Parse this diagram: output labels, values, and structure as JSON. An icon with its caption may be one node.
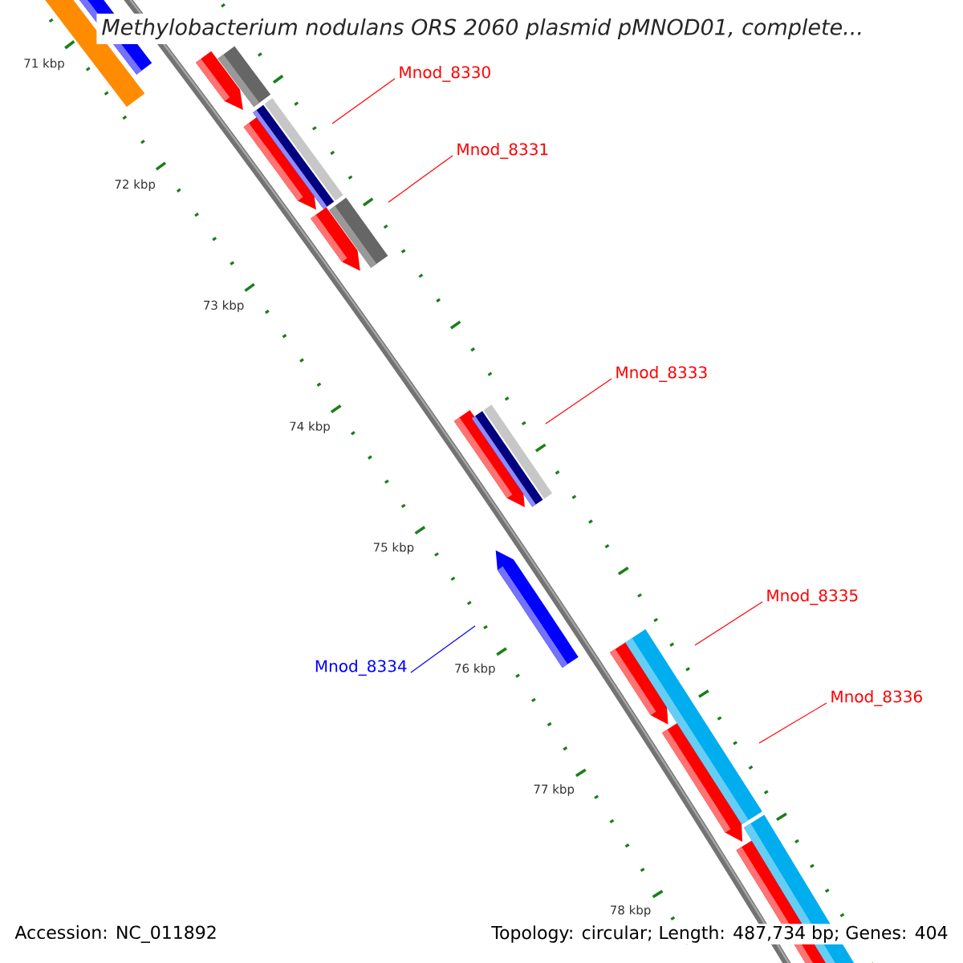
{
  "diagram": {
    "title": "Methylobacterium nodulans ORS 2060 plasmid pMNOD01, complete...",
    "nodes": [
      {
        "text": [
          "Mnod_8330"
        ]
      },
      {
        "text": [
          "Mnod_8331"
        ]
      },
      {
        "text": [
          "Mnod_8333"
        ]
      },
      {
        "text": [
          "Mnod_8335"
        ]
      },
      {
        "text": [
          "Mnod_8334"
        ]
      },
      {
        "text": [
          "Mnod_8336"
        ]
      }
    ],
    "edges": [
      {
        "from": 0,
        "to": null,
        "arrow": "none"
      },
      {
        "from": 1,
        "to": null,
        "arrow": "none"
      },
      {
        "from": 2,
        "to": null,
        "arrow": "none"
      },
      {
        "from": 3,
        "to": null,
        "arrow": "none"
      },
      {
        "from": 4,
        "to": null,
        "arrow": "none",
        "color": "#0000ff"
      },
      {
        "from": 5,
        "to": null,
        "arrow": "none"
      }
    ],
    "labels": [
      "71 kbp",
      "72 kbp",
      "73 kbp",
      "74 kbp",
      "75 kbp",
      "76 kbp",
      "77 kbp",
      "78 kbp",
      "Accession: NC_011892",
      "Topology: circular; Length: 487,734 bp; Genes: 404"
    ]
  }
}
